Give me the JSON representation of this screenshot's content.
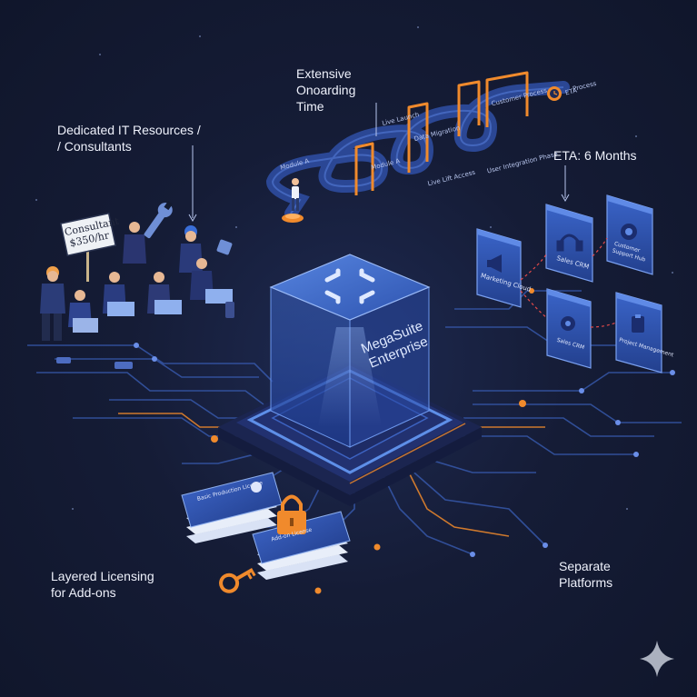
{
  "labels": {
    "onboarding": [
      "Extensive",
      "Onoarding",
      "Time"
    ],
    "it_resources": [
      "Dedicated IT Resources /",
      "/ Consultants"
    ],
    "eta": "ETA: 6 Months",
    "licensing": [
      "Layered Licensing",
      "for Add-ons"
    ],
    "platforms": [
      "Separate",
      "Platforms"
    ]
  },
  "cube": {
    "title_line1": "MegaSuite",
    "title_line2": "Enterprise"
  },
  "consultant_sign": [
    "Consultant",
    "$350/hr"
  ],
  "track_labels": [
    "Module A",
    "Module A",
    "Data Migration",
    "Customer Process",
    "Live Launch",
    "User Integration Phase",
    "Live Lift Access",
    "ETA",
    "Process"
  ],
  "platform_panels": [
    "Marketing Cloud",
    "Sales CRM",
    "Customer Support Hub",
    "Sales CRM",
    "Project Management"
  ],
  "license_cards": [
    "Basic Production License",
    "Add-on License"
  ],
  "colors": {
    "accent_orange": "#f08a2c",
    "cube_blue": "#4a78d8",
    "background": "#131a30",
    "text": "#eef1fb"
  },
  "icons": [
    "cube-logo-icon",
    "lock-icon",
    "key-icon",
    "clock-icon",
    "megaphone-icon",
    "headset-icon",
    "support-icon",
    "gear-icon",
    "clipboard-icon",
    "wrench-icon",
    "sparkle-icon"
  ]
}
